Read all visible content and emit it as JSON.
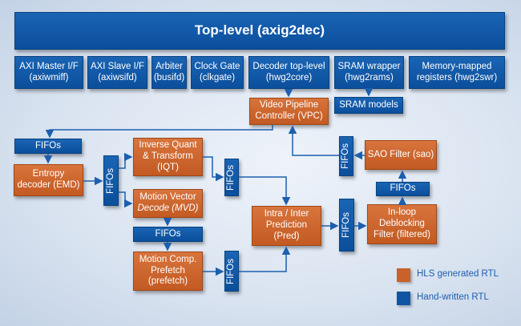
{
  "top": "Top-level (axig2dec)",
  "modules": [
    [
      "AXI Master I/F",
      "(axiwmiff)"
    ],
    [
      "AXI Slave I/F",
      "(axiwsifd)"
    ],
    [
      "Arbiter",
      "(busifd)"
    ],
    [
      "Clock Gate",
      "(clkgate)"
    ],
    [
      "Decoder top-level",
      "(hwg2core)"
    ],
    [
      "SRAM wrapper",
      "(hwg2rams)"
    ],
    [
      "Memory-mapped",
      "registers (hwg2swr)"
    ]
  ],
  "sram_models": "SRAM models",
  "vpc": [
    "Video Pipeline",
    "Controller (VPC)"
  ],
  "fifos": "FIFOs",
  "entropy": [
    "Entropy",
    "decoder (EMD)"
  ],
  "iqt": [
    "Inverse Quant",
    "& Transform",
    "(IQT)"
  ],
  "mvd": [
    "Motion Vector",
    "Decode (MVD)"
  ],
  "mcp": [
    "Motion Comp.",
    "Prefetch",
    "(prefetch)"
  ],
  "pred": [
    "Intra / Inter",
    "Prediction",
    "(Pred)"
  ],
  "filter": [
    "In-loop",
    "Deblocking",
    "Filter (filtered)"
  ],
  "sao": "SAO Filter (sao)",
  "legend": {
    "hls": "HLS generated RTL",
    "hand": "Hand-written RTL",
    "hls_color": "#c8622a",
    "hand_color": "#0f55a3"
  }
}
